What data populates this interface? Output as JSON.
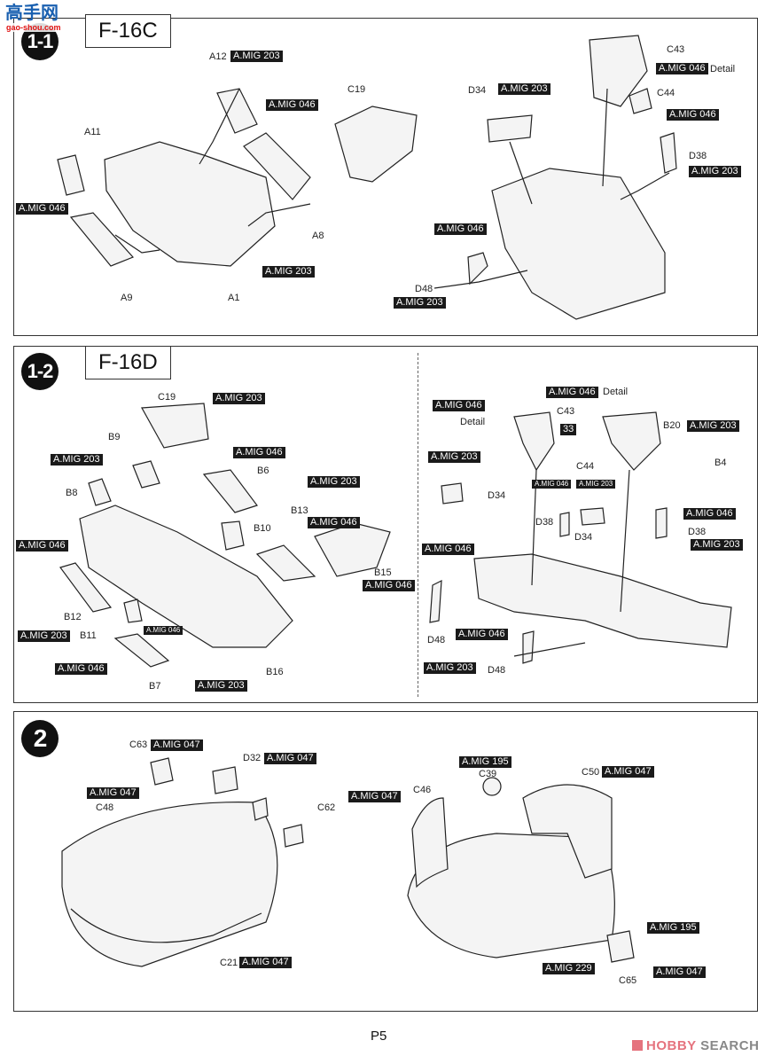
{
  "watermark": {
    "logo_text": "高手网",
    "url_text": "gao-shou.com"
  },
  "sections": [
    {
      "step": "1-1",
      "model": "F-16C",
      "labels": [
        "A12",
        "A.MIG 203",
        "A.MIG 046",
        "C19",
        "A11",
        "A.MIG 046",
        "A8",
        "A.MIG 203",
        "A9",
        "A1",
        "C43",
        "A.MIG 046",
        "Detail",
        "D34",
        "A.MIG 203",
        "C44",
        "A.MIG 046",
        "D38",
        "A.MIG 203",
        "A.MIG 046",
        "D48",
        "A.MIG 203"
      ]
    },
    {
      "step": "1-2",
      "model": "F-16D",
      "labels": [
        "C19",
        "A.MIG 203",
        "B9",
        "A.MIG 203",
        "B8",
        "A.MIG 046",
        "B6",
        "A.MIG 203",
        "B13",
        "B10",
        "A.MIG 046",
        "A.MIG 046",
        "B15",
        "A.MIG 046",
        "B12",
        "A.MIG 203",
        "B11",
        "A.MIG 046",
        "A.MIG 046",
        "B16",
        "B7",
        "A.MIG 203",
        "A.MIG 046",
        "Detail",
        "A.MIG 046",
        "Detail",
        "C43",
        "33",
        "B20",
        "A.MIG 203",
        "A.MIG 203",
        "C44",
        "B4",
        "D34",
        "A.MIG 046",
        "A.MIG 203",
        "A.MIG 046",
        "D38",
        "D34",
        "D38",
        "A.MIG 203",
        "A.MIG 046",
        "A.MIG 046",
        "D48",
        "A.MIG 203",
        "D48"
      ]
    },
    {
      "step": "2",
      "model": "",
      "labels": [
        "C63",
        "A.MIG 047",
        "D32",
        "A.MIG 047",
        "A.MIG 047",
        "C48",
        "C62",
        "A.MIG 047",
        "C46",
        "A.MIG 195",
        "C39",
        "C50",
        "A.MIG 047",
        "C21",
        "A.MIG 047",
        "A.MIG 195",
        "A.MIG 229",
        "C65",
        "A.MIG 047"
      ]
    }
  ],
  "footer": {
    "page": "P5",
    "brand_hobby": "HOBBY",
    "brand_search": "SEARCH"
  }
}
